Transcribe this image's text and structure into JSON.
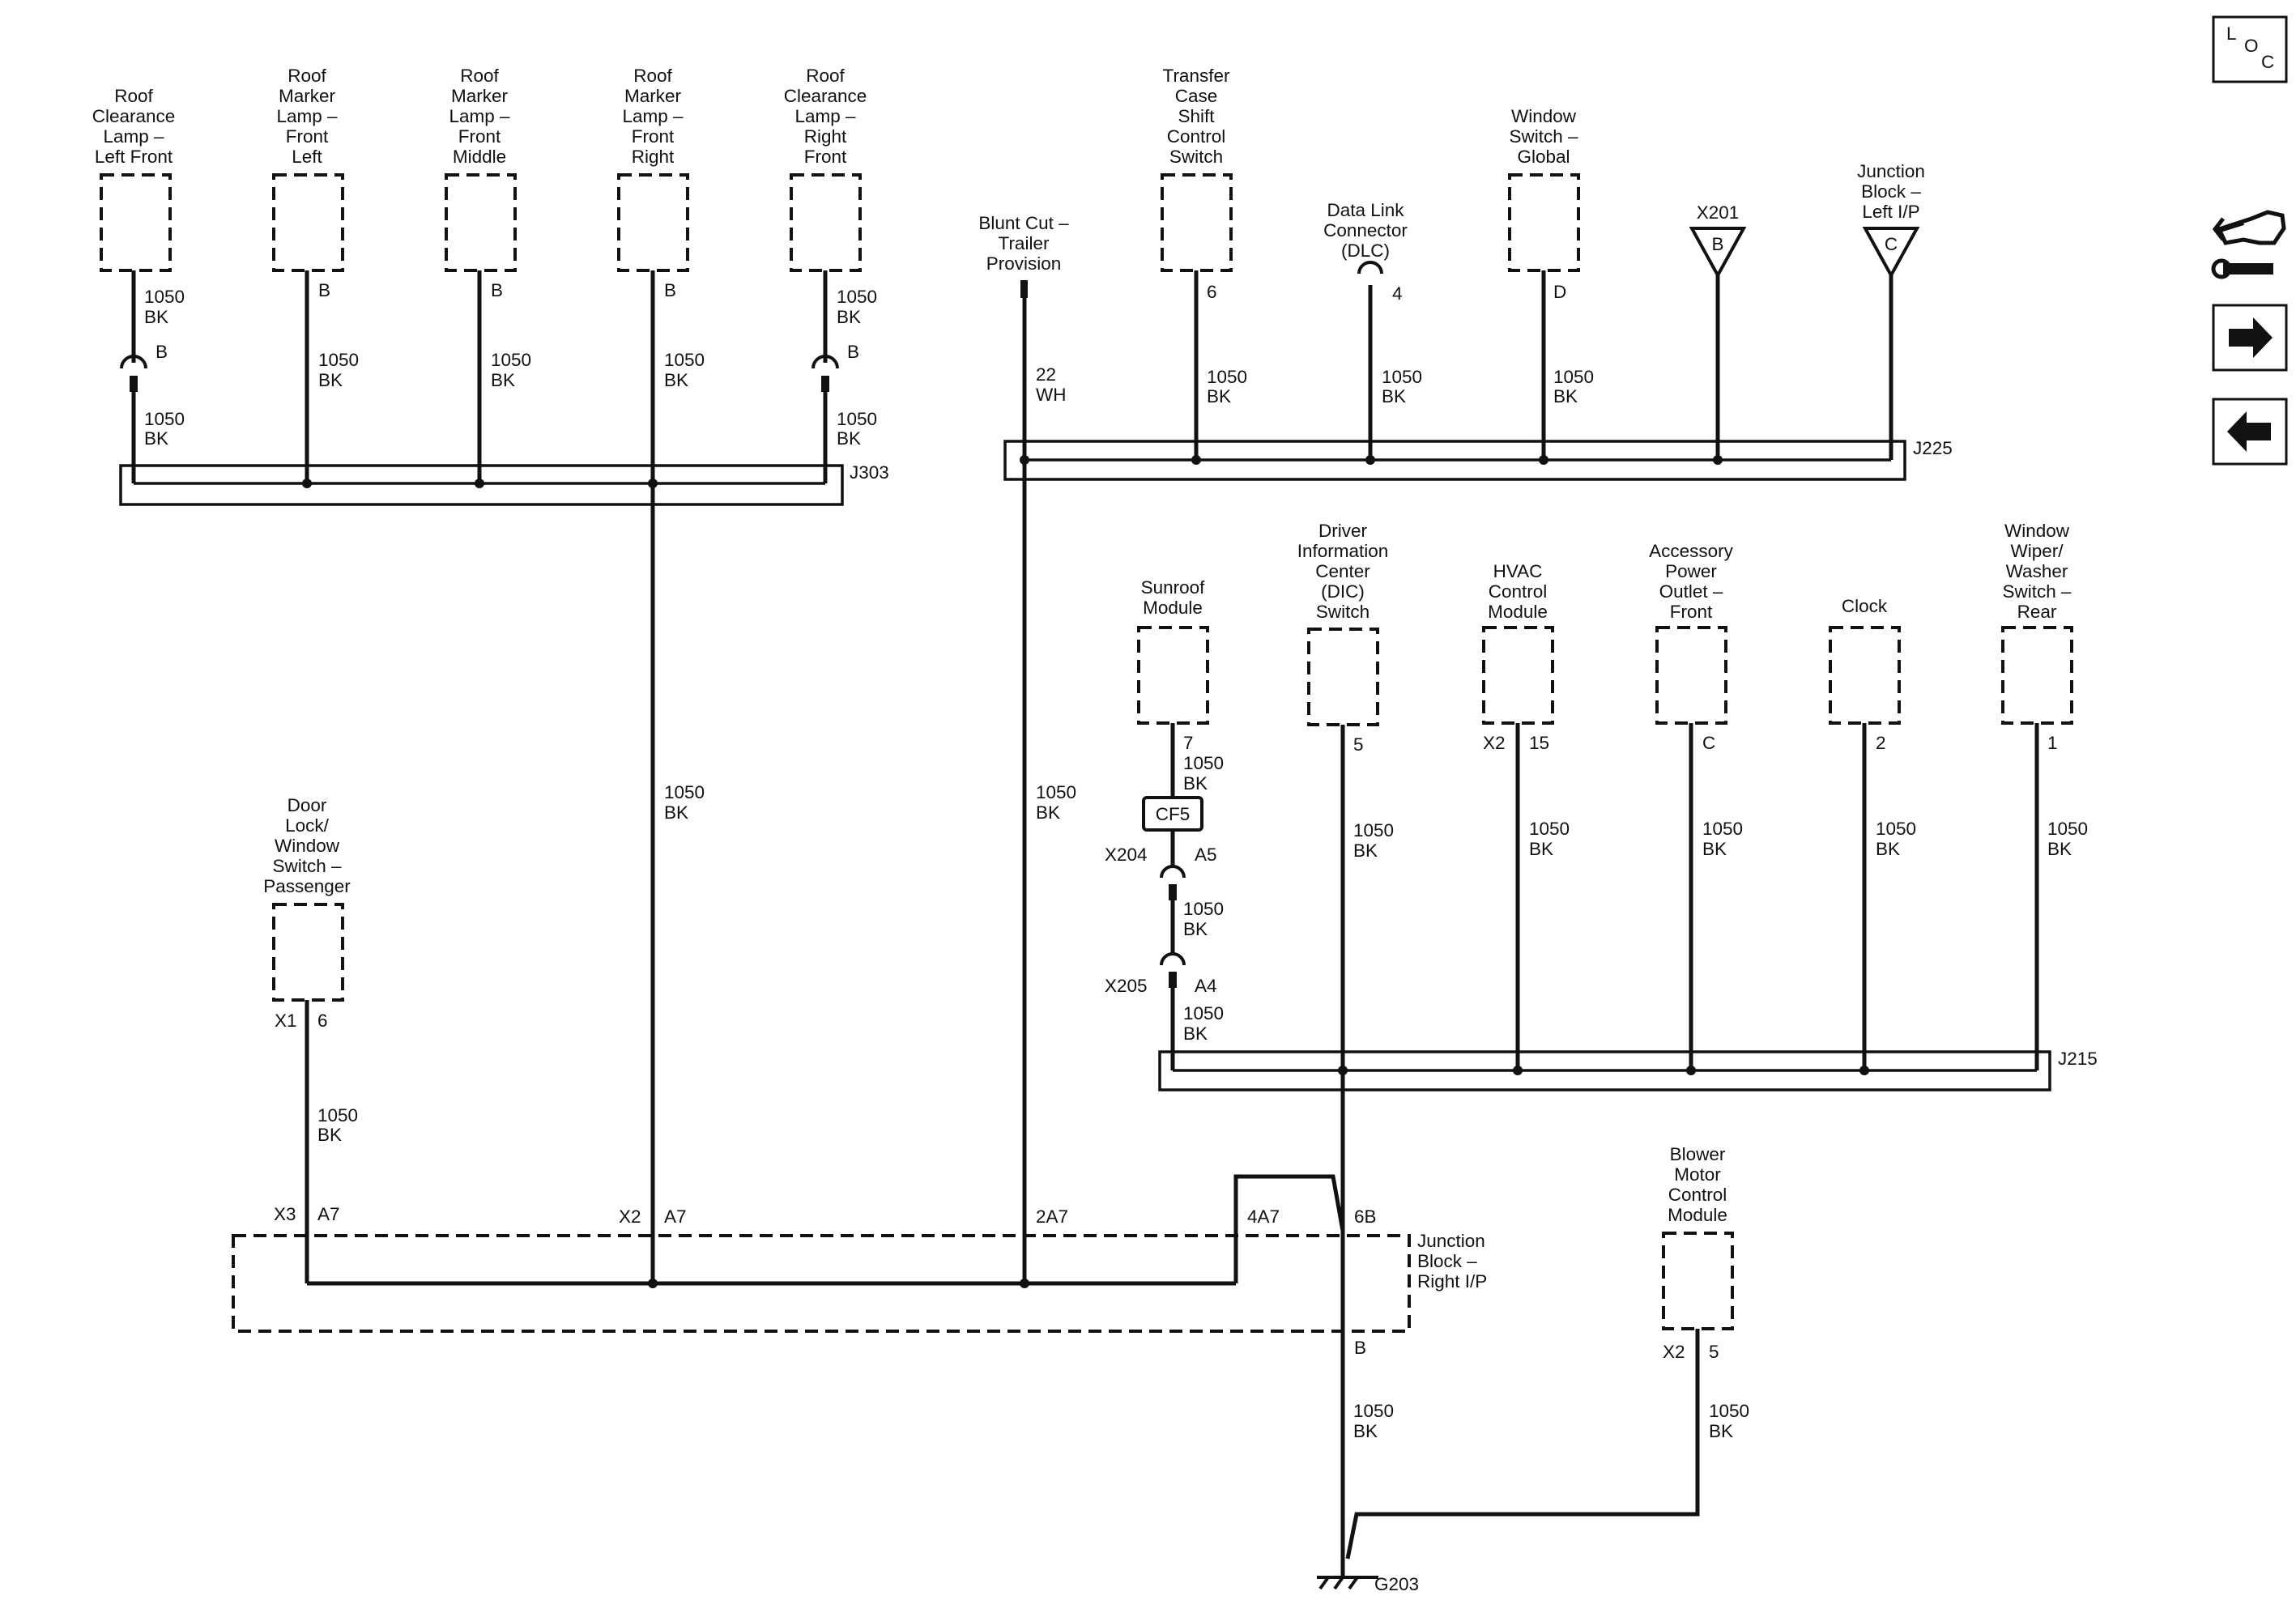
{
  "components": {
    "roof_clearance_lf": [
      "Roof",
      "Clearance",
      "Lamp –",
      "Left Front"
    ],
    "roof_marker_fl": [
      "Roof",
      "Marker",
      "Lamp –",
      "Front",
      "Left"
    ],
    "roof_marker_fm": [
      "Roof",
      "Marker",
      "Lamp –",
      "Front",
      "Middle"
    ],
    "roof_marker_fr": [
      "Roof",
      "Marker",
      "Lamp –",
      "Front",
      "Right"
    ],
    "roof_clearance_rf": [
      "Roof",
      "Clearance",
      "Lamp –",
      "Right",
      "Front"
    ],
    "blunt_cut": [
      "Blunt Cut –",
      "Trailer",
      "Provision"
    ],
    "transfer_case": [
      "Transfer",
      "Case",
      "Shift",
      "Control",
      "Switch"
    ],
    "dlc": [
      "Data Link",
      "Connector",
      "(DLC)"
    ],
    "window_switch_global": [
      "Window",
      "Switch –",
      "Global"
    ],
    "x201": [
      "X201"
    ],
    "jb_left": [
      "Junction",
      "Block –",
      "Left I/P"
    ],
    "sunroof": [
      "Sunroof",
      "Module"
    ],
    "dic": [
      "Driver",
      "Information",
      "Center",
      "(DIC)",
      "Switch"
    ],
    "hvac": [
      "HVAC",
      "Control",
      "Module"
    ],
    "accessory": [
      "Accessory",
      "Power",
      "Outlet –",
      "Front"
    ],
    "clock": [
      "Clock"
    ],
    "wiper": [
      "Window",
      "Wiper/",
      "Washer",
      "Switch –",
      "Rear"
    ],
    "door_lock": [
      "Door",
      "Lock/",
      "Window",
      "Switch –",
      "Passenger"
    ],
    "blower": [
      "Blower",
      "Motor",
      "Control",
      "Module"
    ],
    "jb_right": [
      "Junction",
      "Block –",
      "Right I/P"
    ]
  },
  "labels": {
    "w1050": "1050",
    "bk": "BK",
    "w22": "22",
    "wh": "WH",
    "pin_b": "B",
    "pin_c": "C",
    "pin_d": "D",
    "pin_1": "1",
    "pin_2": "2",
    "pin_4": "4",
    "pin_5": "5",
    "pin_6": "6",
    "pin_7": "7",
    "pin_15": "15",
    "x1": "X1",
    "x2": "X2",
    "x3": "X3",
    "a7": "A7",
    "p2a7": "2A7",
    "p4a7": "4A7",
    "p6b": "6B",
    "x204": "X204",
    "a5": "A5",
    "x205": "X205",
    "a4": "A4",
    "cf5": "CF5",
    "j303": "J303",
    "j225": "J225",
    "j215": "J215",
    "g203": "G203"
  },
  "nav": {
    "loc_l": "L",
    "loc_o": "O",
    "loc_c": "C"
  },
  "icons": [
    "loc-icon",
    "connector-tool-icon",
    "arrow-right-icon",
    "arrow-left-icon",
    "ground-icon",
    "inline-connector-icon"
  ]
}
